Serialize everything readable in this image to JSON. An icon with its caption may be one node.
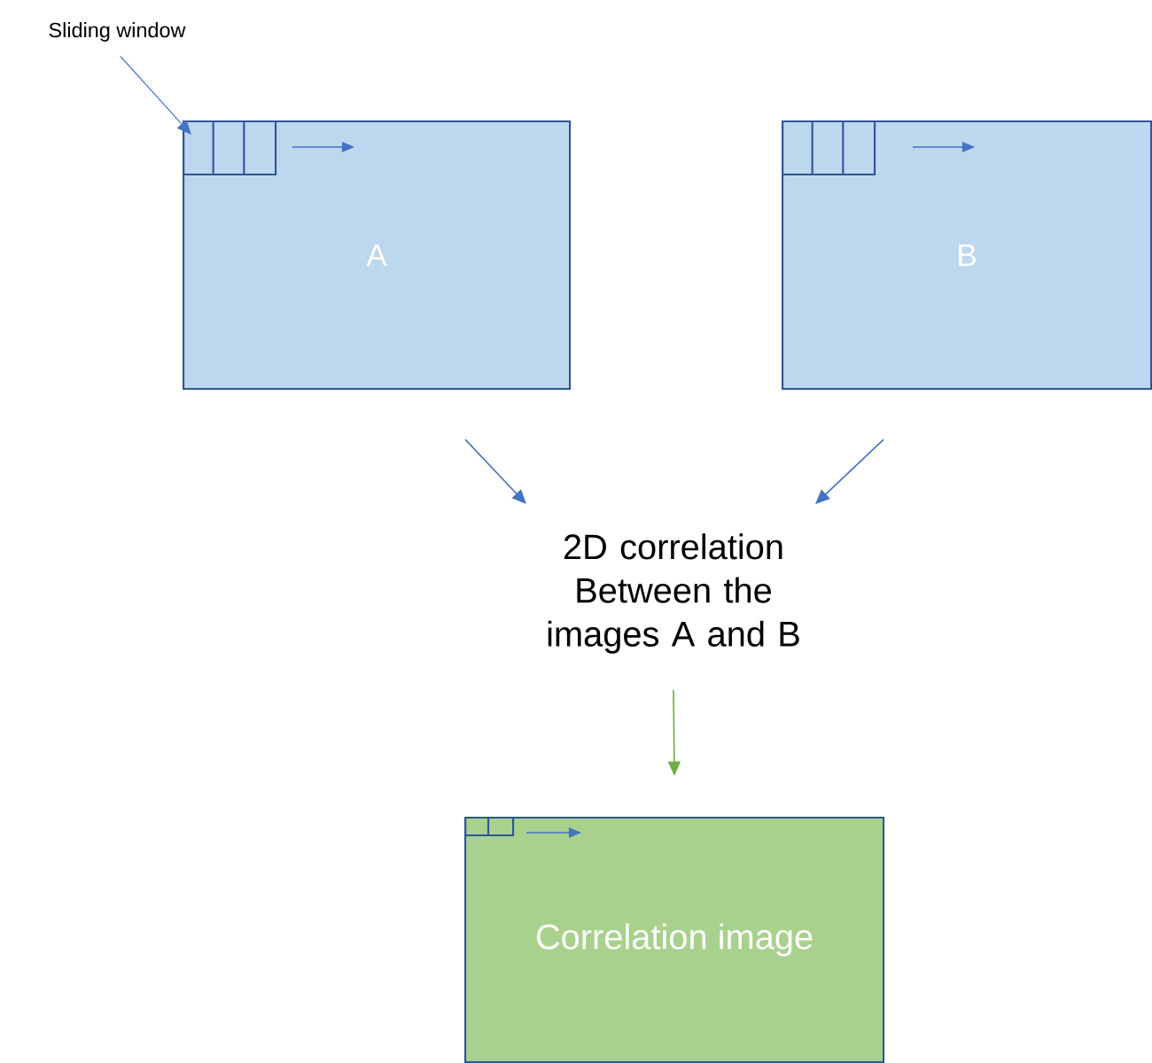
{
  "diagram": {
    "nodes": [
      {
        "text": [
          "Sliding window"
        ]
      },
      {
        "text": [
          "A"
        ]
      },
      {
        "text": [],
        "shape": "box",
        "in": 1
      },
      {
        "text": [
          "B"
        ]
      },
      {
        "text": [],
        "shape": "box",
        "in": 3
      },
      {
        "text": [
          "2D correlation Between the images A and B"
        ]
      },
      {
        "text": [
          "Correlation image"
        ]
      },
      {
        "text": [],
        "shape": "box",
        "in": 6
      }
    ],
    "edges": [
      {
        "from": 0,
        "to": 2,
        "arrow": "to"
      },
      {
        "from": 1,
        "to": 5,
        "arrow": "to"
      },
      {
        "from": 3,
        "to": 5,
        "arrow": "to"
      },
      {
        "from": 5,
        "to": 6,
        "arrow": "to",
        "color": "#70ad47"
      }
    ]
  }
}
